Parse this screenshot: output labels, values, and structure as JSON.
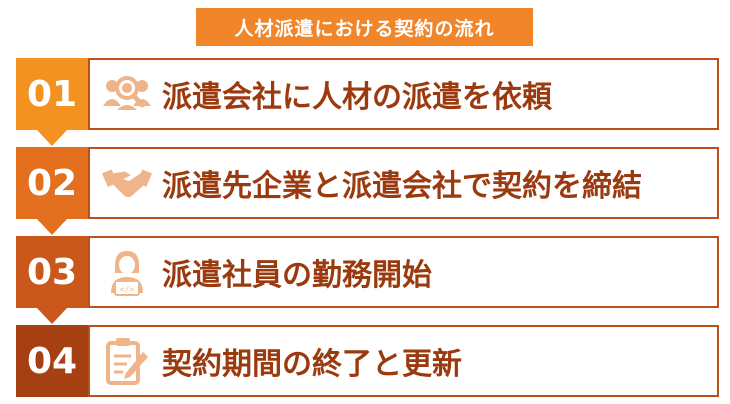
{
  "title": "人材派遣における契約の流れ",
  "steps": [
    {
      "number": "01",
      "text": "派遣会社に人材の派遣を依頼",
      "icon": "people-search-icon",
      "color": "#f39121"
    },
    {
      "number": "02",
      "text": "派遣先企業と派遣会社で契約を締結",
      "icon": "handshake-icon",
      "color": "#e3701f"
    },
    {
      "number": "03",
      "text": "派遣社員の勤務開始",
      "icon": "worker-laptop-icon",
      "color": "#c9581a"
    },
    {
      "number": "04",
      "text": "契約期間の終了と更新",
      "icon": "contract-pencil-icon",
      "color": "#a63f12"
    }
  ],
  "colors": {
    "title_bg": "#f0852a",
    "text": "#9b3a0e",
    "icon": "#f0b48a"
  }
}
